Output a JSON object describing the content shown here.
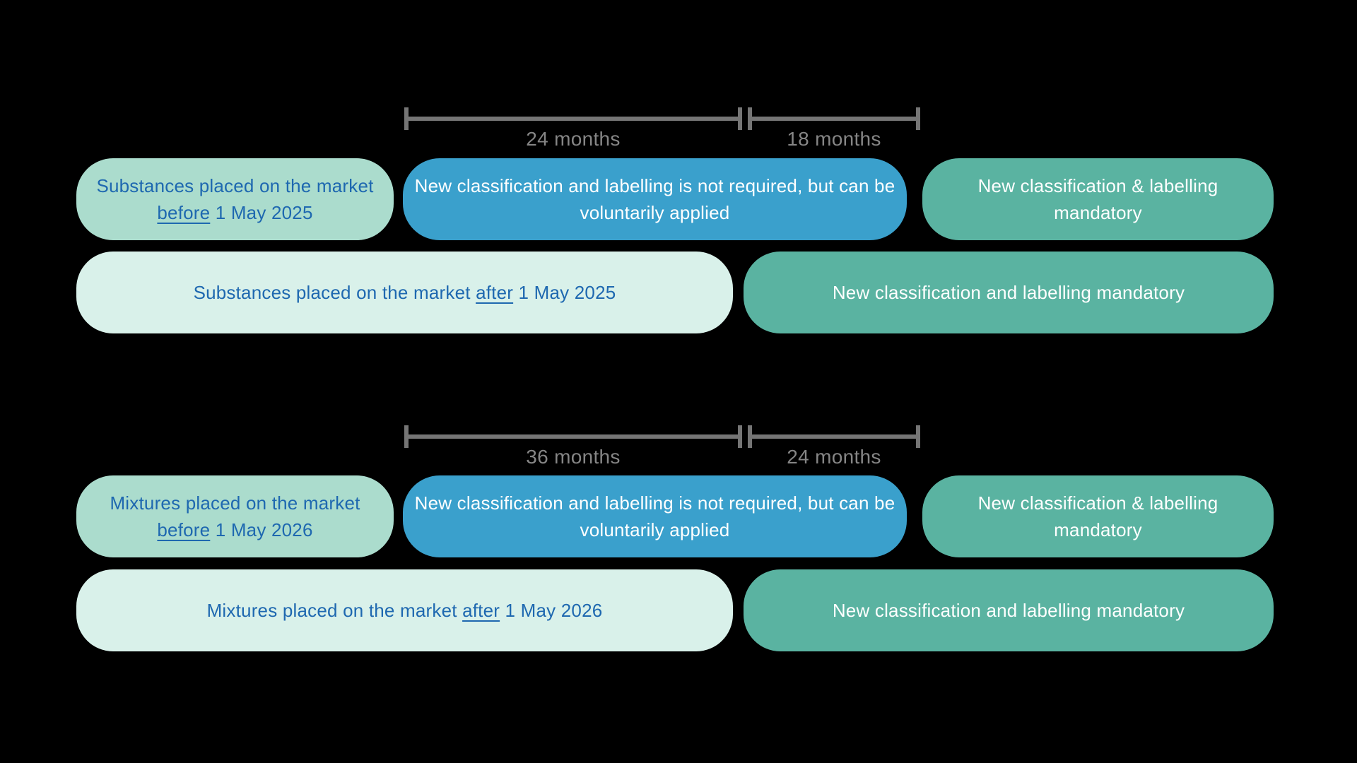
{
  "colors": {
    "background": "#000000",
    "mint_box": "#abdccd",
    "light_mint_box": "#d9f1ea",
    "blue_box": "#3aa0cc",
    "green_box": "#5ab3a1",
    "blue_text": "#1e68b0",
    "white_text": "#ffffff",
    "ruler_gray": "#757575"
  },
  "substances": {
    "ruler": {
      "seg1_label": "24 months",
      "seg2_label": "18 months"
    },
    "row_before": {
      "subject_line1": "Substances placed on the market",
      "subject_underlined": "before",
      "subject_rest": " 1 May 2025",
      "middle_text": "New classification and labelling is not required, but can be voluntarily applied",
      "right_line1": "New classification & labelling",
      "right_line2": "mandatory"
    },
    "row_after": {
      "subject_prefix": "Substances placed on the market ",
      "subject_underlined": "after",
      "subject_rest": " 1 May 2025",
      "right_text": "New classification and labelling mandatory"
    }
  },
  "mixtures": {
    "ruler": {
      "seg1_label": "36 months",
      "seg2_label": "24 months"
    },
    "row_before": {
      "subject_line1": "Mixtures placed on the market",
      "subject_underlined": "before",
      "subject_rest": " 1 May 2026",
      "middle_text": "New classification and labelling is not required, but can be voluntarily applied",
      "right_line1": "New classification & labelling",
      "right_line2": "mandatory"
    },
    "row_after": {
      "subject_prefix": "Mixtures placed on the market ",
      "subject_underlined": "after",
      "subject_rest": " 1 May 2026",
      "right_text": "New classification and labelling mandatory"
    }
  }
}
